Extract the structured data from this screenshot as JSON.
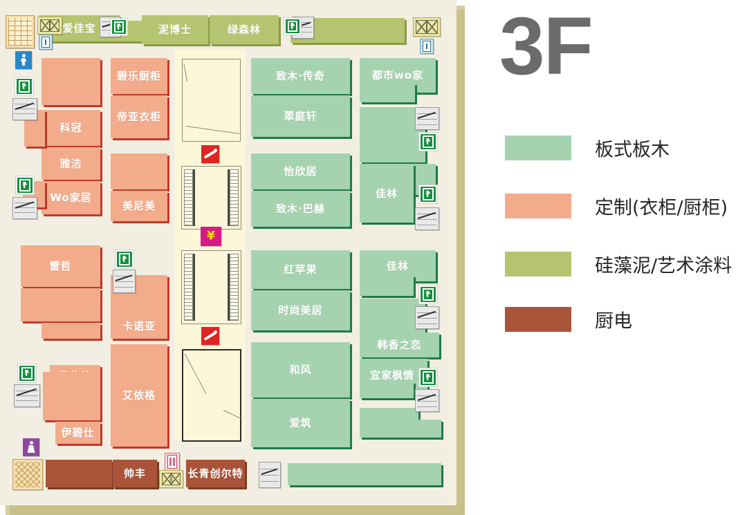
{
  "panel": {
    "floor": "3F",
    "legend": [
      {
        "label": "板式板木",
        "color": "#a6d3af"
      },
      {
        "label": "定制(衣柜/厨柜)",
        "color": "#f2ab8b"
      },
      {
        "label": "硅藻泥/艺术涂料",
        "color": "#b5c471"
      },
      {
        "label": "厨电",
        "color": "#a95439"
      }
    ]
  },
  "map": {
    "top_row": [
      {
        "name": "爱佳宝",
        "color": "#b5c471"
      },
      {
        "name": "泥博士",
        "color": "#b5c471"
      },
      {
        "name": "绿森林",
        "color": "#b5c471"
      },
      {
        "name": "",
        "color": "#b5c471"
      }
    ],
    "left_column": [
      {
        "name": "",
        "color": "#f2ab8b"
      },
      {
        "name": "科冠",
        "color": "#f2ab8b"
      },
      {
        "name": "雅洁",
        "color": "#f2ab8b"
      },
      {
        "name": "Wo家居",
        "color": "#f2ab8b"
      },
      {
        "name": "雷哲",
        "color": "#f2ab8b"
      },
      {
        "name": "",
        "color": "#f2ab8b"
      },
      {
        "name": "艾依格",
        "color": "#f2ab8b"
      },
      {
        "name": "",
        "color": "#f2ab8b"
      },
      {
        "name": "伊碧仕",
        "color": "#f2ab8b"
      }
    ],
    "second_column": [
      {
        "name": "碧乐厨柜",
        "color": "#f2ab8b"
      },
      {
        "name": "帝亚衣柜",
        "color": "#f2ab8b"
      },
      {
        "name": "",
        "color": "#f2ab8b"
      },
      {
        "name": "美尼美",
        "color": "#f2ab8b"
      },
      {
        "name": "卡诺亚",
        "color": "#f2ab8b"
      },
      {
        "name": "艾依格",
        "color": "#f2ab8b"
      }
    ],
    "third_column": [
      {
        "name": "致木·传奇",
        "color": "#a6d3af"
      },
      {
        "name": "翠庭轩",
        "color": "#a6d3af"
      },
      {
        "name": "怡欣居",
        "color": "#a6d3af"
      },
      {
        "name": "致木·巴赫",
        "color": "#a6d3af"
      },
      {
        "name": "红苹果",
        "color": "#a6d3af"
      },
      {
        "name": "时尚美居",
        "color": "#a6d3af"
      },
      {
        "name": "和风",
        "color": "#a6d3af"
      },
      {
        "name": "爱筑",
        "color": "#a6d3af"
      }
    ],
    "fourth_column": [
      {
        "name": "都市wo家",
        "color": "#a6d3af"
      },
      {
        "name": "",
        "color": "#a6d3af"
      },
      {
        "name": "佳林",
        "color": "#a6d3af"
      },
      {
        "name": "佳林",
        "color": "#a6d3af"
      },
      {
        "name": "",
        "color": "#a6d3af"
      },
      {
        "name": "韩香之恋",
        "color": "#a6d3af"
      },
      {
        "name": "宜家枫情",
        "color": "#a6d3af"
      },
      {
        "name": "",
        "color": "#a6d3af"
      }
    ],
    "bottom_row": [
      {
        "name": "",
        "color": "#a95439"
      },
      {
        "name": "帅丰",
        "color": "#a95439"
      },
      {
        "name": "长青创尔特",
        "color": "#a95439"
      },
      {
        "name": "",
        "color": "#a6d3af"
      }
    ],
    "icons": [
      {
        "type": "seating-icon"
      },
      {
        "type": "elevator-icon"
      },
      {
        "type": "information-icon"
      },
      {
        "type": "exit-icon"
      },
      {
        "type": "stairs-icon"
      },
      {
        "type": "restroom-male-icon"
      },
      {
        "type": "restroom-female-icon"
      },
      {
        "type": "escalator-icon"
      },
      {
        "type": "atm-icon"
      },
      {
        "type": "lift-icon"
      }
    ]
  }
}
